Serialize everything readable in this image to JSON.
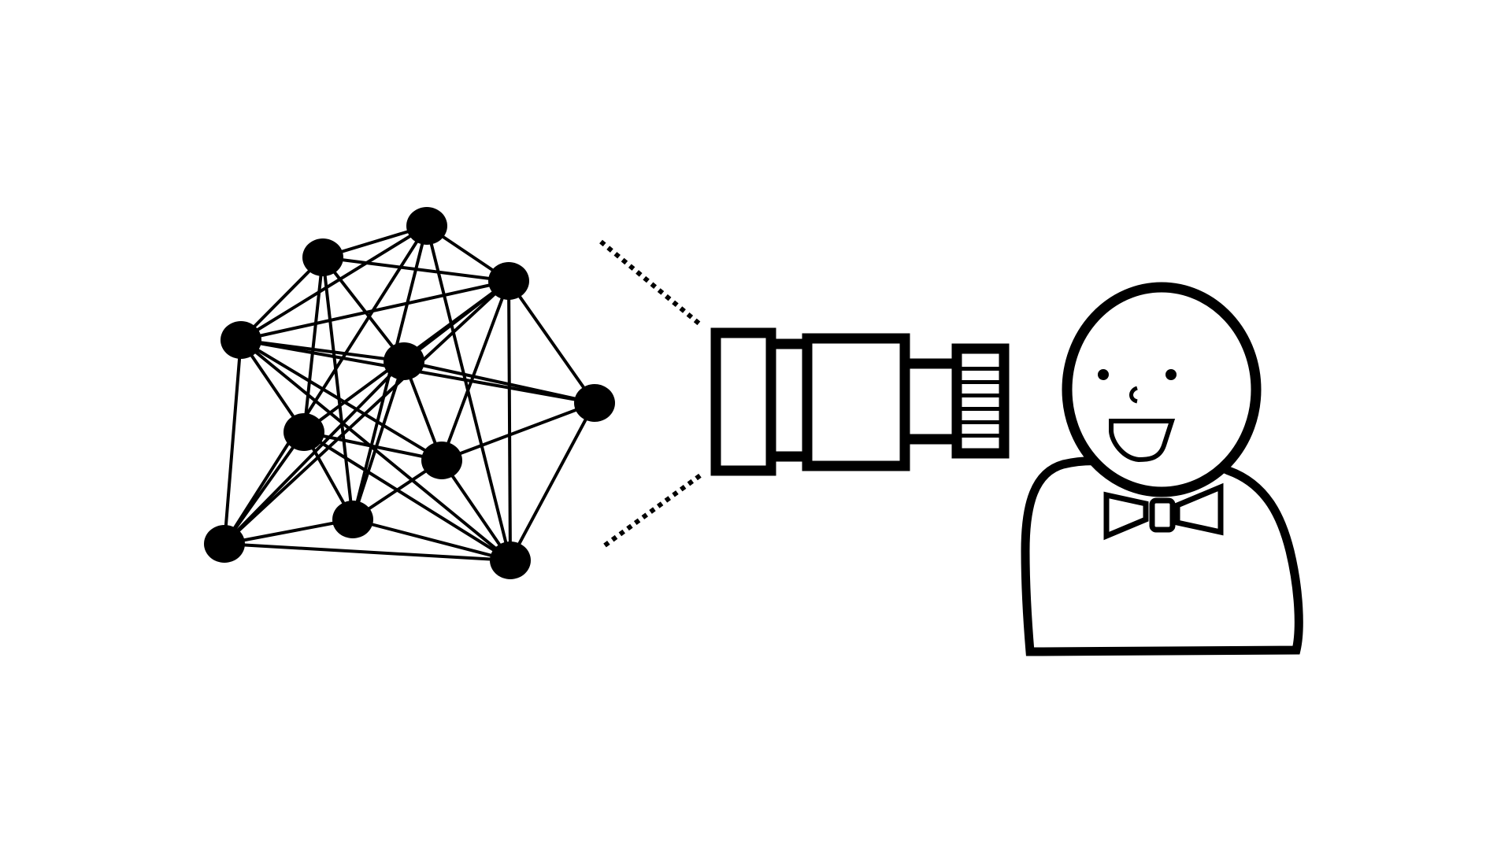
{
  "colors": {
    "background": "#ffffff",
    "ink": "#000000"
  },
  "diagram": {
    "network": {
      "icon": "network-graph-icon",
      "node_count": 11,
      "edge_count": 39
    },
    "telescope": {
      "icon": "telescope-icon",
      "sight_lines": "dotted"
    },
    "observer": {
      "icon": "smiling-person-with-bowtie-icon"
    }
  }
}
